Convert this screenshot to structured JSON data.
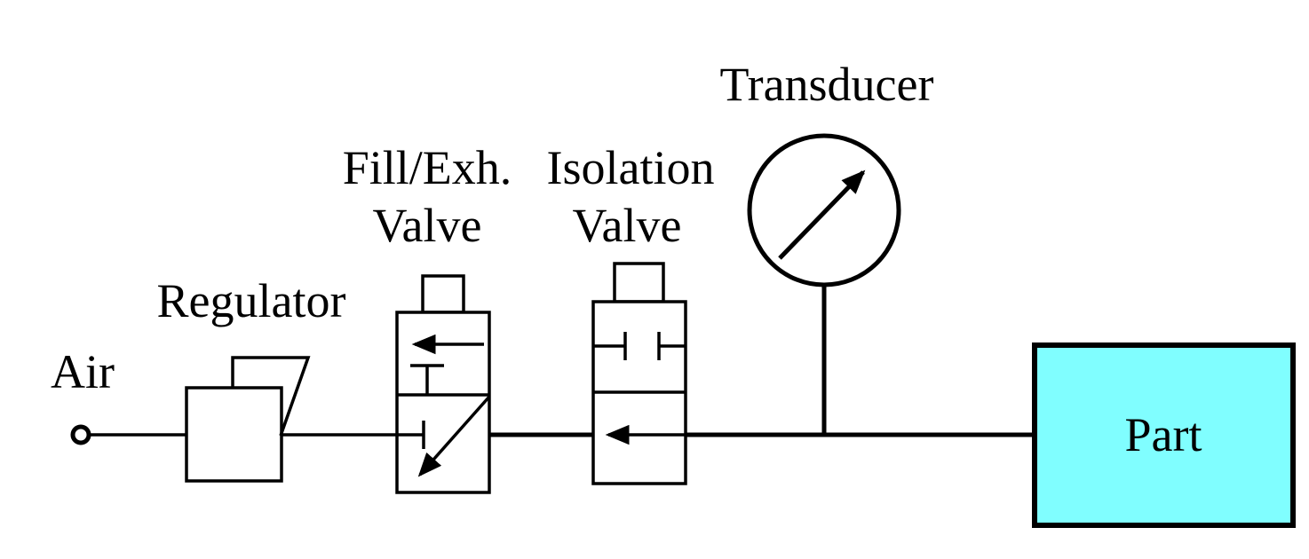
{
  "diagram": {
    "labels": {
      "air": "Air",
      "regulator": "Regulator",
      "fill_valve_line1": "Fill/Exh.",
      "fill_valve_line2": "Valve",
      "isolation_valve_line1": "Isolation",
      "isolation_valve_line2": "Valve",
      "transducer": "Transducer",
      "part": "Part"
    },
    "colors": {
      "line": "#000000",
      "part_fill": "#80feff",
      "background": "#ffffff"
    }
  }
}
